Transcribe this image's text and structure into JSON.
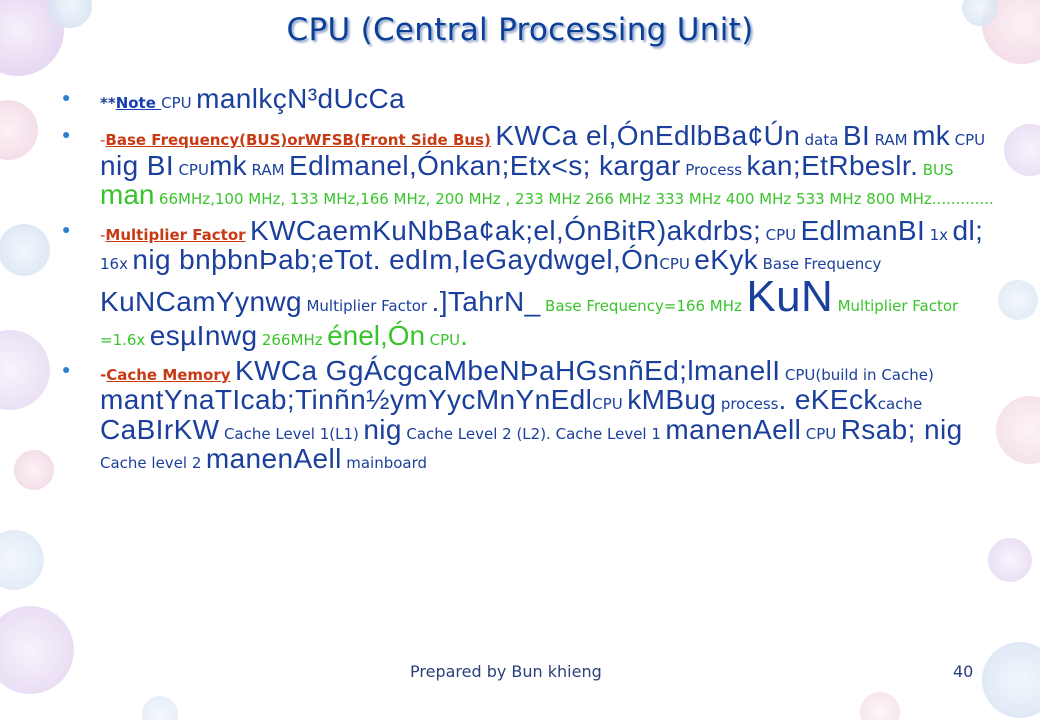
{
  "title": "CPU (Central Processing Unit)",
  "items": [
    {
      "stars": "**",
      "note_link": "Note ",
      "cpu": "CPU",
      "text": "manlkçN³dUcCa"
    },
    {
      "dash": "-",
      "link": "Base Frequency(BUS)orWFSB(Front Side Bus)",
      "t1": "KWCa el,ÓnEdlbBa¢Ún",
      "s_data": "data",
      "t2": "BI",
      "s_ram": "RAM",
      "t3": "mk",
      "s_cpu": "CPU",
      "t4": "nig BI",
      "s_cpu2": "CPU",
      "t5": "mk",
      "s_ram2": "RAM",
      "t6": "Edlmanel,Ónkan;Etx<s; kargar",
      "s_process": "Process",
      "t7": "kan;EtRbeslr.",
      "s_bus": "BUS",
      "t8": "man",
      "freqs": "66MHz,100 MHz,  133 MHz,166 MHz, 200 MHz , 233 MHz  266 MHz 333 MHz 400 MHz 533 MHz 800 MHz............."
    },
    {
      "dash": "-",
      "link": "Multiplier Factor",
      "t1": "KWCaemKuNbBa¢ak;el,ÓnBitR)akdrbs;",
      "s_cpu": "CPU",
      "t2": "EdlmanBI",
      "s_1x": "1x",
      "t3": "dl;",
      "s_16x": "16x",
      "t4": "nig bnþbnÞab;eTot. edIm,IeGaydwgel,Ón",
      "s_cpu2": "CPU",
      "t5": "eKyk",
      "s_bf": "Base Frequency",
      "t6": "KuNCamYynwg",
      "s_mf": "Multiplier Factor",
      "t7": ".]TahrN_",
      "s_eq1": "Base Frequency=166 MHz",
      "t8": "KuN",
      "s_eq2": "Multiplier Factor =1.6x",
      "t9": "esµInwg",
      "s_266": "266MHz",
      "t10": "énel,Ón",
      "s_cpu3": "CPU",
      "t11": "."
    },
    {
      "dash": "-",
      "link": "Cache Memory",
      "t1": "KWCa GgÁcgcaMbeNÞaHGsnñEd;lmanelI",
      "s_cpu": "CPU(build in Cache)",
      "t2": "mantYnaTIcab;Tinñn½ymYycMnYnEdl",
      "s_cpu2": "CPU",
      "t3": "kMBug",
      "s_process": "process",
      "t4": ". eKEck",
      "s_cache": "cache",
      "t5": "CaBIrKW",
      "s_l1": "Cache Level 1(L1)",
      "t6": "nig",
      "s_l2": "Cache Level 2 (L2). Cache Level 1",
      "t7": "manenAell",
      "s_cpu3": "CPU",
      "t8": "Rsab; nig",
      "s_cl2": "Cache level 2",
      "t9": "manenAell",
      "s_mb": "mainboard"
    }
  ],
  "footer": "Prepared by Bun khieng",
  "page_number": "40",
  "colors": {
    "title": "#0b3f98",
    "body_text": "#1a3f9c",
    "green_text": "#39c42b",
    "link_red": "#c83a14",
    "bullet": "#2a7fd4"
  },
  "icons": {
    "bullet": "round-bullet-icon"
  }
}
